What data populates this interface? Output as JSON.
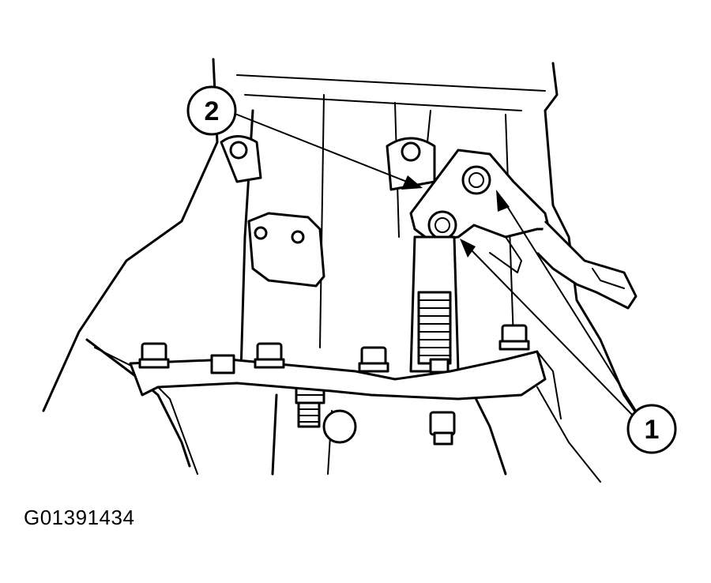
{
  "callouts": [
    {
      "id": "1",
      "label": "1"
    },
    {
      "id": "2",
      "label": "2"
    }
  ],
  "figure_id": "G01391434",
  "colors": {
    "ink": "#000000",
    "paper": "#ffffff"
  }
}
